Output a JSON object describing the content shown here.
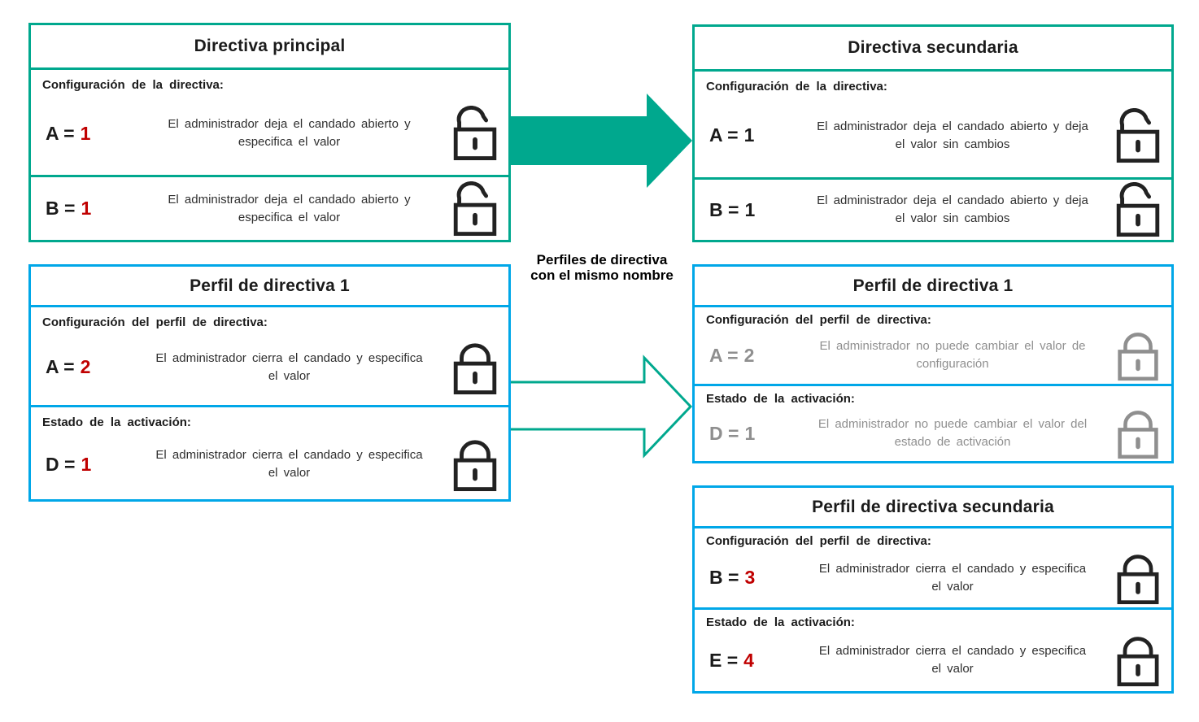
{
  "palette": {
    "teal": "#00a88e",
    "blue": "#00a7e8",
    "red": "#c00000",
    "gray": "#8f8f8f",
    "dark": "#1b1b1b",
    "description_text": "#2f2f2f"
  },
  "connector": {
    "label_line1": "Perfiles de directiva",
    "label_line2": "con el mismo nombre"
  },
  "boxes": {
    "principal": {
      "title": "Directiva principal",
      "sections": [
        {
          "header": "Configuración de la directiva:",
          "label": "A =",
          "value": "1",
          "label_tone": "dark",
          "value_tone": "red",
          "desc": "El administrador deja el candado abierto y especifica el valor",
          "desc_tone": "normal",
          "lock": "open",
          "lock_tone": "black"
        },
        {
          "label": "B =",
          "value": "1",
          "label_tone": "dark",
          "value_tone": "red",
          "desc": "El administrador deja el candado abierto y especifica el valor",
          "desc_tone": "normal",
          "lock": "open",
          "lock_tone": "black"
        }
      ]
    },
    "secundaria": {
      "title": "Directiva secundaria",
      "sections": [
        {
          "header": "Configuración de la directiva:",
          "label": "A =",
          "value": "1",
          "label_tone": "dark",
          "value_tone": "dark",
          "desc": "El administrador deja el candado abierto y deja el valor sin cambios",
          "desc_tone": "normal",
          "lock": "open",
          "lock_tone": "black"
        },
        {
          "label": "B =",
          "value": "1",
          "label_tone": "dark",
          "value_tone": "dark",
          "desc": "El administrador deja el candado abierto y deja el valor sin cambios",
          "desc_tone": "normal",
          "lock": "open",
          "lock_tone": "black"
        }
      ]
    },
    "perfil1_left": {
      "title": "Perfil de directiva 1",
      "sections": [
        {
          "header": "Configuración del perfil de directiva:",
          "label": "A =",
          "value": "2",
          "label_tone": "dark",
          "value_tone": "red",
          "desc": "El administrador cierra el candado y especifica el valor",
          "desc_tone": "normal",
          "lock": "closed",
          "lock_tone": "black"
        },
        {
          "header": "Estado de la activación:",
          "label": "D =",
          "value": "1",
          "label_tone": "dark",
          "value_tone": "red",
          "desc": "El administrador cierra el candado y especifica el valor",
          "desc_tone": "normal",
          "lock": "closed",
          "lock_tone": "black"
        }
      ]
    },
    "perfil1_right": {
      "title": "Perfil de directiva 1",
      "sections": [
        {
          "header": "Configuración del perfil de directiva:",
          "label": "A =",
          "value": "2",
          "label_tone": "gray",
          "value_tone": "gray",
          "desc": "El administrador no puede cambiar el valor de configuración",
          "desc_tone": "gray",
          "lock": "closed",
          "lock_tone": "gray"
        },
        {
          "header": "Estado de la activación:",
          "label": "D =",
          "value": "1",
          "label_tone": "gray",
          "value_tone": "gray",
          "desc": "El administrador no puede cambiar el valor del estado de activación",
          "desc_tone": "gray",
          "lock": "closed",
          "lock_tone": "gray"
        }
      ]
    },
    "perfil_secundaria": {
      "title": "Perfil de directiva secundaria",
      "sections": [
        {
          "header": "Configuración del perfil de directiva:",
          "label": "B =",
          "value": "3",
          "label_tone": "dark",
          "value_tone": "red",
          "desc": "El administrador cierra el candado y especifica el valor",
          "desc_tone": "normal",
          "lock": "closed",
          "lock_tone": "black"
        },
        {
          "header": "Estado de la activación:",
          "label": "E =",
          "value": "4",
          "label_tone": "dark",
          "value_tone": "red",
          "desc": "El administrador cierra el candado y especifica el valor",
          "desc_tone": "normal",
          "lock": "closed",
          "lock_tone": "black"
        }
      ]
    }
  }
}
